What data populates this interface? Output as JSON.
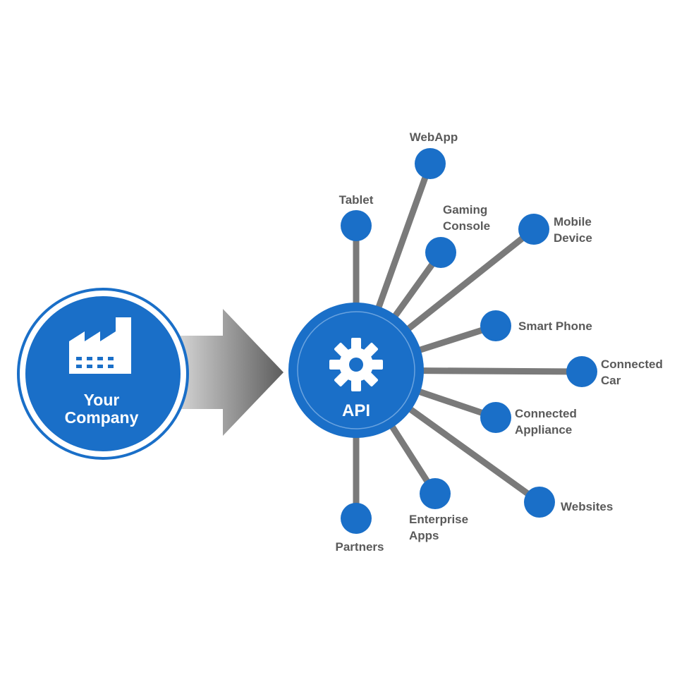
{
  "source": {
    "label_lines": [
      "Your",
      "Company"
    ],
    "icon": "factory-icon"
  },
  "hub": {
    "label": "API",
    "icon": "gear-icon"
  },
  "colors": {
    "node": "#1a6fc8",
    "hub": "#1a6fc8",
    "connector": "#7a7a7a",
    "label": "#5a5a5a",
    "arrow_dark": "#5d5d5d",
    "arrow_light": "#d4d4d4"
  },
  "endpoints": [
    {
      "id": "webapp",
      "lines": [
        "WebApp"
      ]
    },
    {
      "id": "tablet",
      "lines": [
        "Tablet"
      ]
    },
    {
      "id": "gaming-console",
      "lines": [
        "Gaming",
        "Console"
      ]
    },
    {
      "id": "mobile-device",
      "lines": [
        "Mobile",
        "Device"
      ]
    },
    {
      "id": "smart-phone",
      "lines": [
        "Smart Phone"
      ]
    },
    {
      "id": "connected-car",
      "lines": [
        "Connected",
        "Car"
      ]
    },
    {
      "id": "connected-appliance",
      "lines": [
        "Connected",
        "Appliance"
      ]
    },
    {
      "id": "websites",
      "lines": [
        "Websites"
      ]
    },
    {
      "id": "enterprise-apps",
      "lines": [
        "Enterprise",
        "Apps"
      ]
    },
    {
      "id": "partners",
      "lines": [
        "Partners"
      ]
    }
  ]
}
